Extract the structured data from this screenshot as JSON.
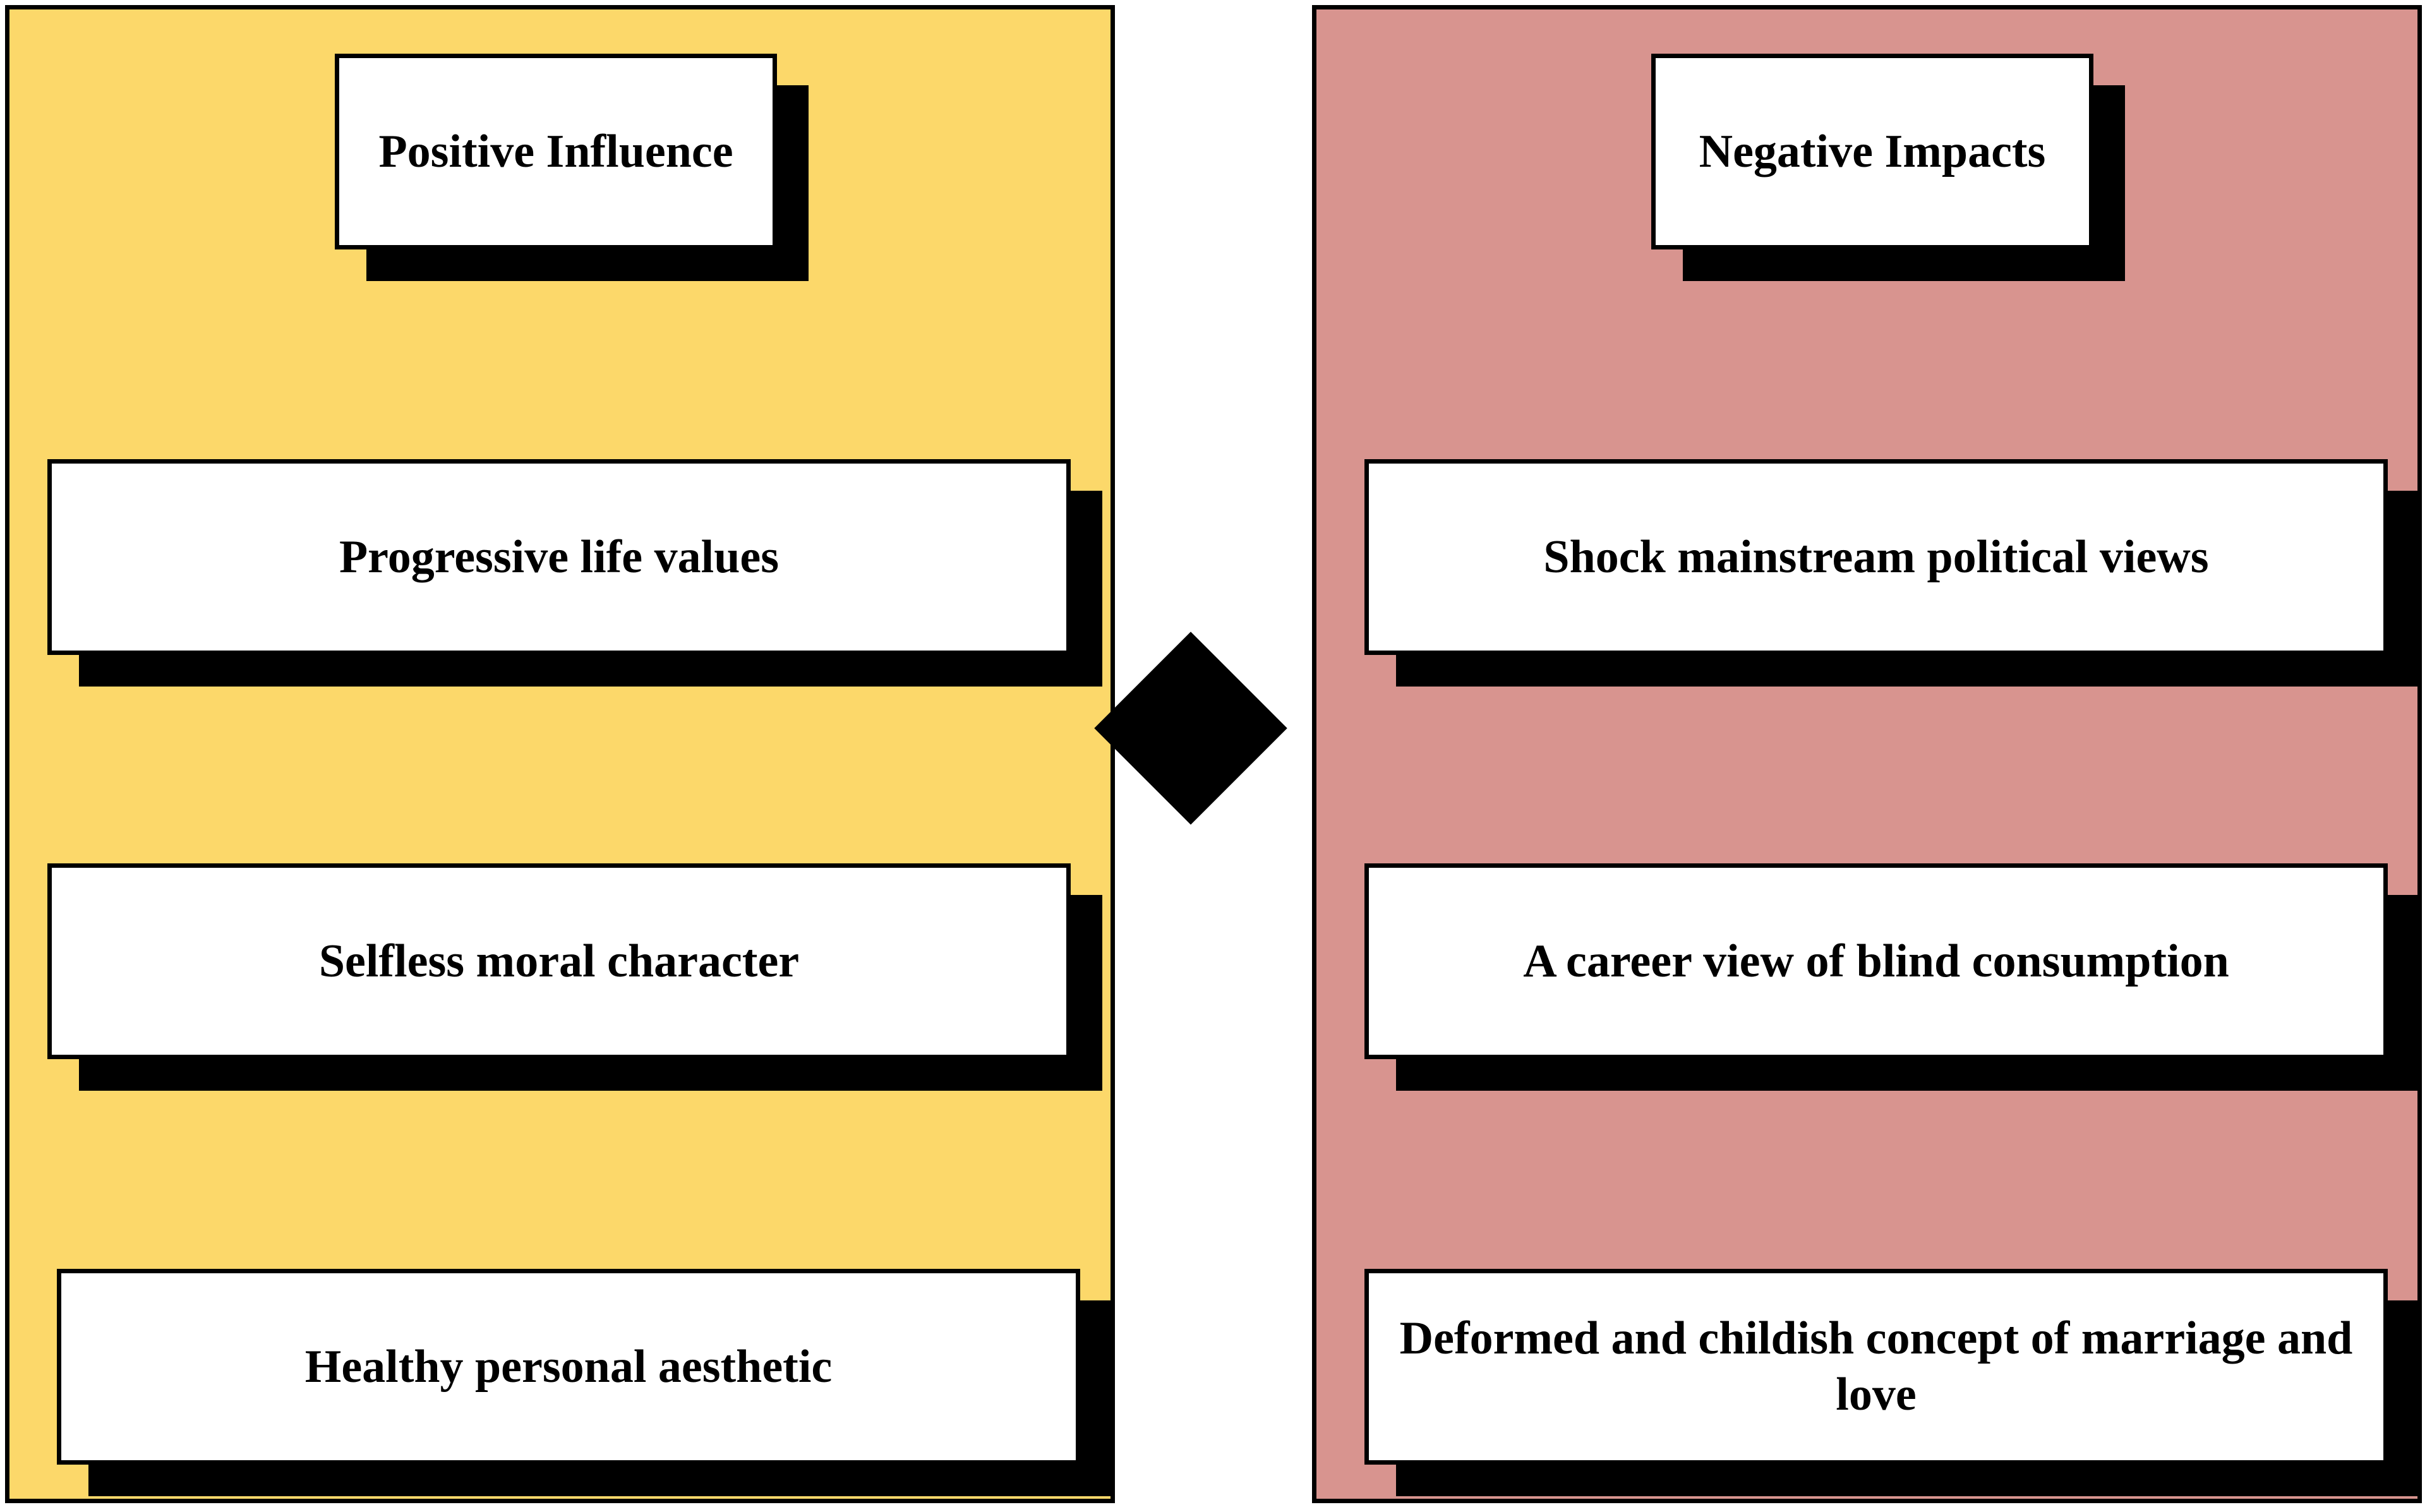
{
  "colors": {
    "positive_panel": "#FCD86A",
    "negative_panel": "#D8948F",
    "box_fill": "#FFFFFF",
    "border": "#000000",
    "shadow": "#000000"
  },
  "positive": {
    "title": "Positive Influence",
    "items": [
      "Progressive life values",
      "Selfless moral character",
      "Healthy personal aesthetic"
    ]
  },
  "negative": {
    "title": "Negative Impacts",
    "items": [
      "Shock mainstream political views",
      "A career view of blind consumption",
      "Deformed and childish concept of marriage and love"
    ]
  },
  "connector": {
    "shape": "diamond"
  }
}
